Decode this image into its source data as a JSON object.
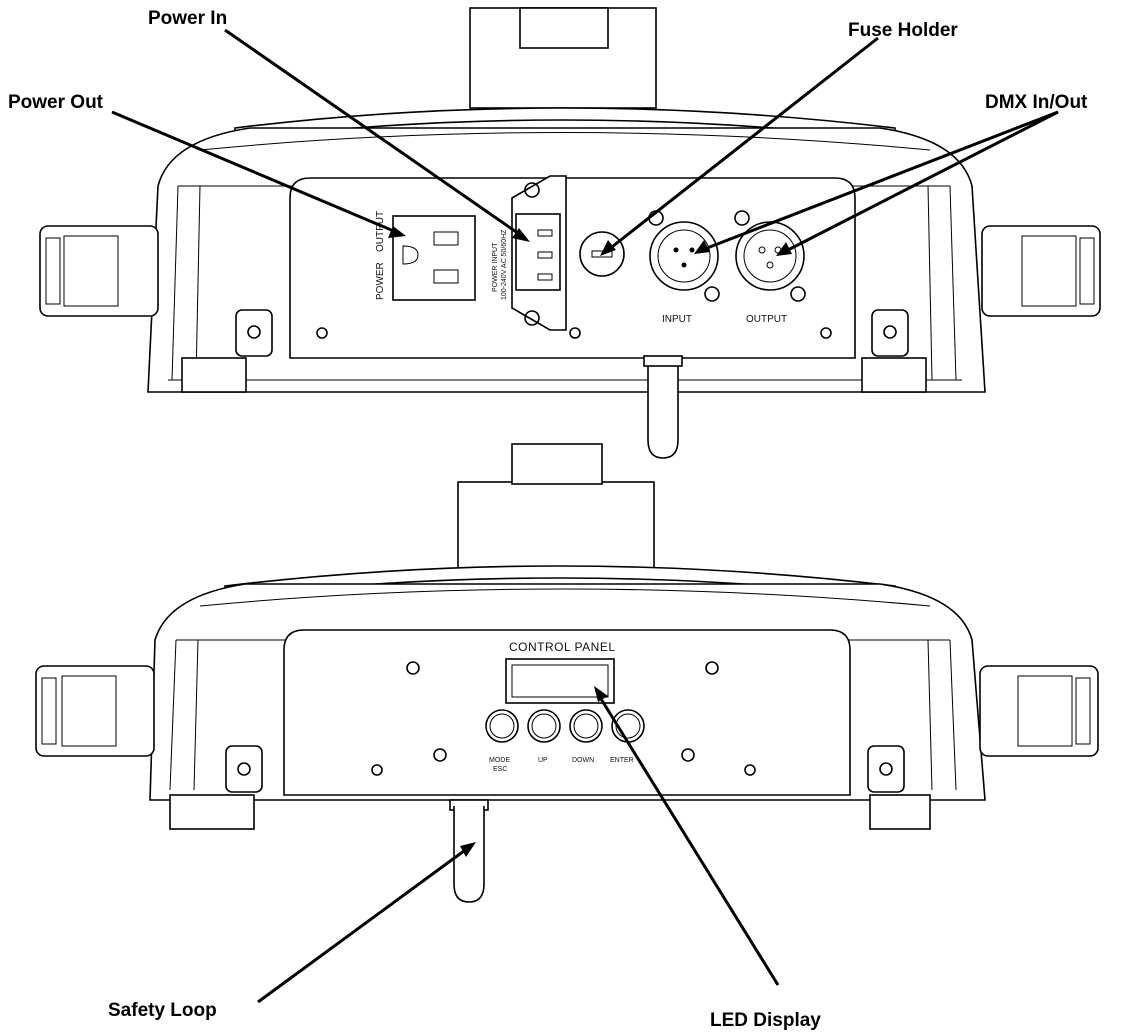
{
  "callouts": {
    "power_in": "Power In",
    "fuse_holder": "Fuse Holder",
    "power_out": "Power Out",
    "dmx_in_out": "DMX In/Out",
    "safety_loop": "Safety Loop",
    "led_display": "LED Display"
  },
  "rear_panel": {
    "outlet_label_1": "POWER",
    "outlet_label_2": "OUTPUT",
    "inlet_label_1": "POWER   INPUT",
    "inlet_label_2": "100-240V AC 50/60HZ",
    "dmx_input": "INPUT",
    "dmx_output": "OUTPUT"
  },
  "front_panel": {
    "title": "CONTROL   PANEL",
    "buttons": [
      {
        "label_1": "MODE",
        "label_2": "ESC"
      },
      {
        "label_1": "UP",
        "label_2": ""
      },
      {
        "label_1": "DOWN",
        "label_2": ""
      },
      {
        "label_1": "ENTER",
        "label_2": ""
      }
    ]
  }
}
